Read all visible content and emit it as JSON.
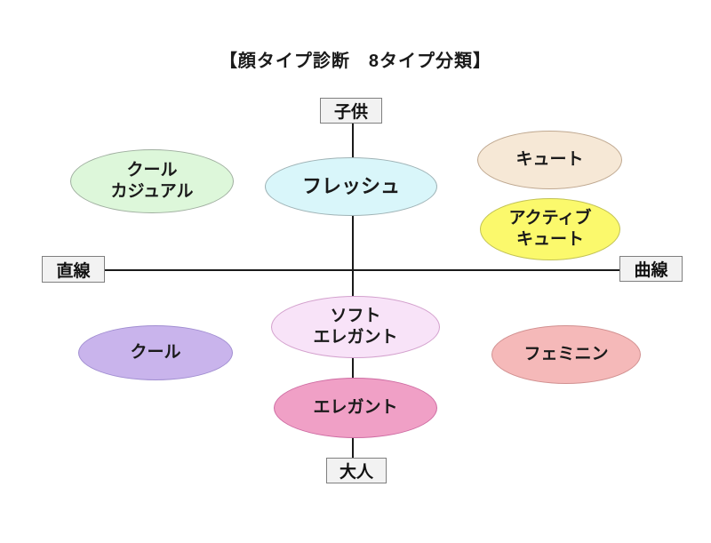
{
  "title": "【顔タイプ診断　8タイプ分類】",
  "axes": {
    "top": "子供",
    "bottom": "大人",
    "left": "直線",
    "right": "曲線"
  },
  "axis_line_color": "#1a1a1a",
  "types": [
    {
      "name": "cool-casual",
      "lines": [
        "クール",
        "カジュアル"
      ],
      "fill": "#ddf7da",
      "border": "#9fae9f"
    },
    {
      "name": "fresh",
      "lines": [
        "フレッシュ"
      ],
      "fill": "#d9f6fa",
      "border": "#9fb3b6"
    },
    {
      "name": "cute",
      "lines": [
        "キュート"
      ],
      "fill": "#f6e8d6",
      "border": "#bfa890"
    },
    {
      "name": "active-cute",
      "lines": [
        "アクティブ",
        "キュート"
      ],
      "fill": "#fbf96c",
      "border": "#c2c254"
    },
    {
      "name": "cool",
      "lines": [
        "クール"
      ],
      "fill": "#c9b4ec",
      "border": "#a18ed1"
    },
    {
      "name": "soft-elegant",
      "lines": [
        "ソフト",
        "エレガント"
      ],
      "fill": "#f8e3f8",
      "border": "#d3a0cd"
    },
    {
      "name": "elegant",
      "lines": [
        "エレガント"
      ],
      "fill": "#f0a0c6",
      "border": "#ce6ba2"
    },
    {
      "name": "feminine",
      "lines": [
        "フェミニン"
      ],
      "fill": "#f5b9b9",
      "border": "#d19090"
    }
  ]
}
